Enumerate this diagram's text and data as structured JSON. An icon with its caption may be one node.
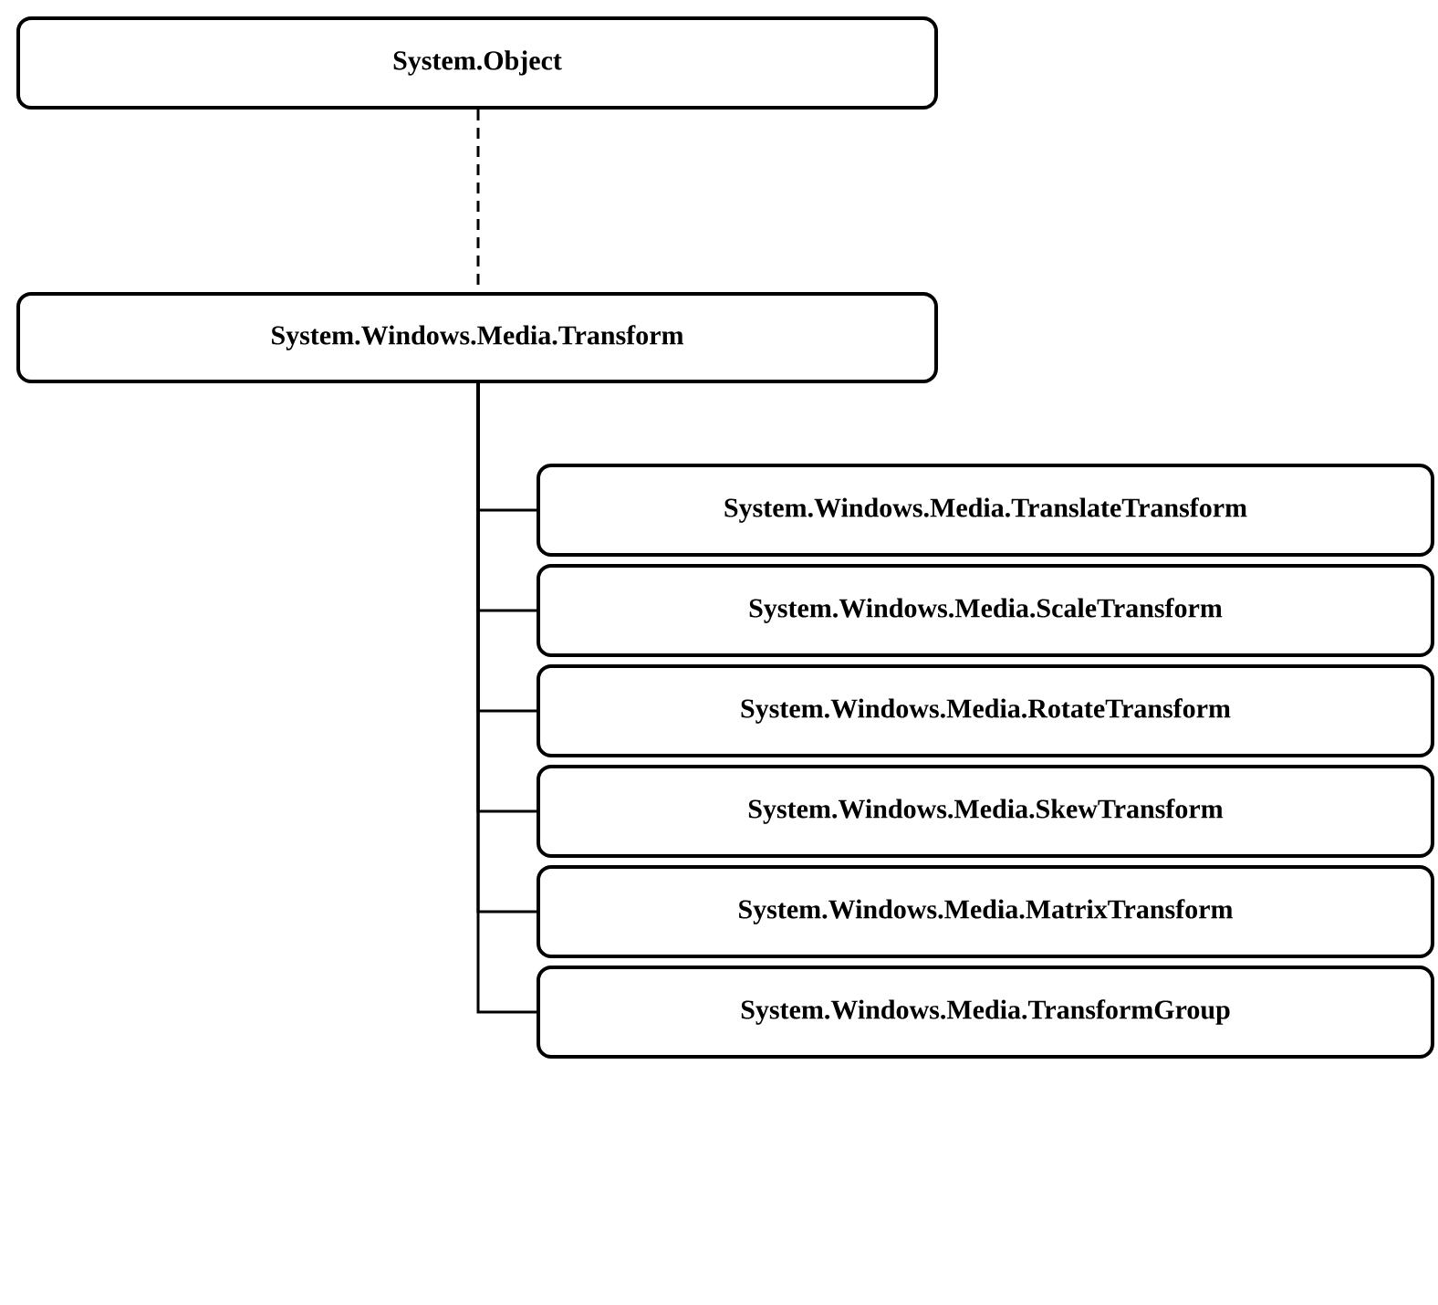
{
  "diagram": {
    "nodes": [
      {
        "text": [
          "System.Object"
        ]
      },
      {
        "text": [
          "System.Windows.Media.Transform"
        ]
      },
      {
        "text": [
          "System.Windows.Media.TranslateTransform"
        ]
      },
      {
        "text": [
          "System.Windows.Media.ScaleTransform"
        ]
      },
      {
        "text": [
          "System.Windows.Media.RotateTransform"
        ]
      },
      {
        "text": [
          "System.Windows.Media.SkewTransform"
        ]
      },
      {
        "text": [
          "System.Windows.Media.MatrixTransform"
        ]
      },
      {
        "text": [
          "System.Windows.Media.TransformGroup"
        ]
      }
    ],
    "edges": [
      {
        "from": 0,
        "to": 1,
        "arrow": "none",
        "style": "dashed"
      },
      {
        "from": 1,
        "to": 2,
        "arrow": "none"
      },
      {
        "from": 1,
        "to": 3,
        "arrow": "none"
      },
      {
        "from": 1,
        "to": 4,
        "arrow": "none"
      },
      {
        "from": 1,
        "to": 5,
        "arrow": "none"
      },
      {
        "from": 1,
        "to": 6,
        "arrow": "none"
      },
      {
        "from": 1,
        "to": 7,
        "arrow": "none"
      }
    ]
  }
}
